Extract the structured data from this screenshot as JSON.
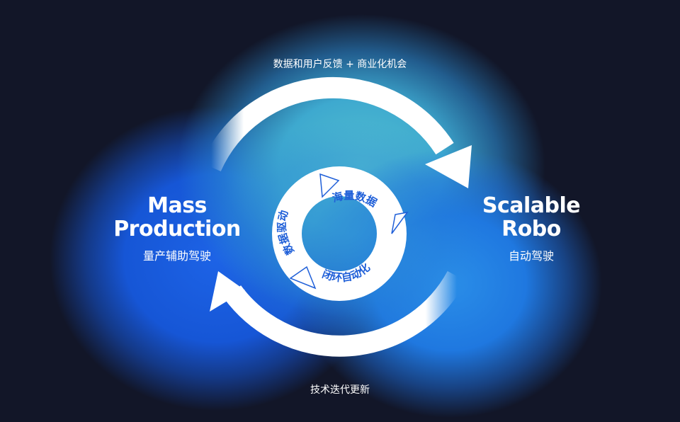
{
  "diagram": {
    "top_caption": "数据和用户反馈 + 商业化机会",
    "bottom_caption": "技术迭代更新",
    "left_node": {
      "title_line1": "Mass",
      "title_line2": "Production",
      "subtitle": "量产辅助驾驶"
    },
    "right_node": {
      "title_line1": "Scalable",
      "title_line2": "Robo",
      "subtitle": "自动驾驶"
    },
    "inner_cycle": {
      "segment_top": "海量数据",
      "segment_bottom": "闭环自动化",
      "segment_left": "数据驱动"
    }
  },
  "colors": {
    "background": "#121628",
    "arrow_white": "#ffffff",
    "inner_text_blue": "#1f5fd8",
    "glow_blue": "#1d63e6",
    "glow_cyan": "#53c0d0"
  }
}
